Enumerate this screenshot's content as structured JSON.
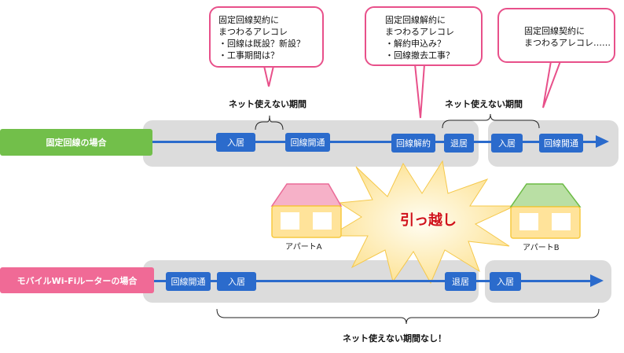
{
  "bubbles": [
    {
      "lines": [
        "固定回線契約に",
        "まつわるアレコレ",
        "・回線は既設？新設？",
        "・工事期間は？"
      ]
    },
    {
      "lines": [
        "固定回線解約に",
        "まつわるアレコレ",
        "・解約申込み？",
        "・回線撤去工事？"
      ]
    },
    {
      "lines": [
        "固定回線契約に",
        "まつわるアレコレ……"
      ]
    }
  ],
  "fixed_line": {
    "label": "固定回線の場合",
    "label_color": "#72bf4a",
    "steps": [
      "入居",
      "回線開通",
      "回線解約",
      "退居",
      "入居",
      "回線開通"
    ],
    "no_net_periods": [
      "ネット使えない期間",
      "ネット使えない期間"
    ]
  },
  "mobile_wifi": {
    "label": "モバイルWi-Fiルーターの場合",
    "label_color": "#f06a96",
    "steps": [
      "回線開通",
      "入居",
      "退居",
      "入居"
    ],
    "no_net_summary": "ネット使えない期間なし！"
  },
  "moving": {
    "label": "引っ越し"
  },
  "houses": [
    {
      "label": "アパートA",
      "roof_color": "#f6b1c8"
    },
    {
      "label": "アパートB",
      "roof_color": "#b9dfa4"
    }
  ],
  "colors": {
    "step": "#2b6bcc",
    "bubble_border": "#e8508a",
    "panel": "#dcdcdc",
    "burst": "#fde7a6",
    "move_text": "#d0101a"
  }
}
